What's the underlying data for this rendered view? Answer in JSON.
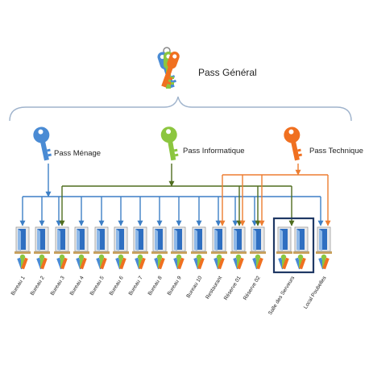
{
  "title": "Pass Général",
  "keys": {
    "menage": "Pass Ménage",
    "informatique": "Pass Informatique",
    "technique": "Pass Technique"
  },
  "colors": {
    "menage": "#3d7fc6",
    "informatique": "#4f6d1e",
    "technique": "#ed7d31",
    "bracket": "#9fb3cc",
    "key_blue": "#4a8bd4",
    "key_green": "#8cc63f",
    "key_orange": "#f07020",
    "server_box": "#1f3864"
  },
  "rooms": [
    {
      "label": "Bureau 1",
      "access": [
        "menage"
      ]
    },
    {
      "label": "Bureau 2",
      "access": [
        "menage"
      ]
    },
    {
      "label": "Bureau 3",
      "access": [
        "menage",
        "informatique"
      ]
    },
    {
      "label": "Bureau 4",
      "access": [
        "menage"
      ]
    },
    {
      "label": "Bureau 5",
      "access": [
        "menage"
      ]
    },
    {
      "label": "Bureau 6",
      "access": [
        "menage"
      ]
    },
    {
      "label": "Bureau 7",
      "access": [
        "menage"
      ]
    },
    {
      "label": "Bureau 8",
      "access": [
        "menage"
      ]
    },
    {
      "label": "Bureau 9",
      "access": [
        "menage"
      ]
    },
    {
      "label": "Bureau 10",
      "access": [
        "menage"
      ]
    },
    {
      "label": "Restaurant",
      "access": [
        "menage",
        "technique"
      ]
    },
    {
      "label": "Réserve 01",
      "access": [
        "menage",
        "informatique",
        "technique"
      ]
    },
    {
      "label": "Réserve 02",
      "access": [
        "menage",
        "informatique",
        "technique"
      ]
    },
    {
      "label": "Salle des Serveurs",
      "access": [
        "informatique"
      ],
      "double": true
    },
    {
      "label": "Local Poubelles",
      "access": [
        "menage",
        "technique"
      ]
    }
  ],
  "icons": {
    "main_key": "master-key-cluster-icon",
    "menage_key": "blue-key-icon",
    "informatique_key": "green-key-icon",
    "technique_key": "orange-key-icon",
    "door": "door-icon",
    "key_cluster": "small-key-cluster-icon"
  }
}
